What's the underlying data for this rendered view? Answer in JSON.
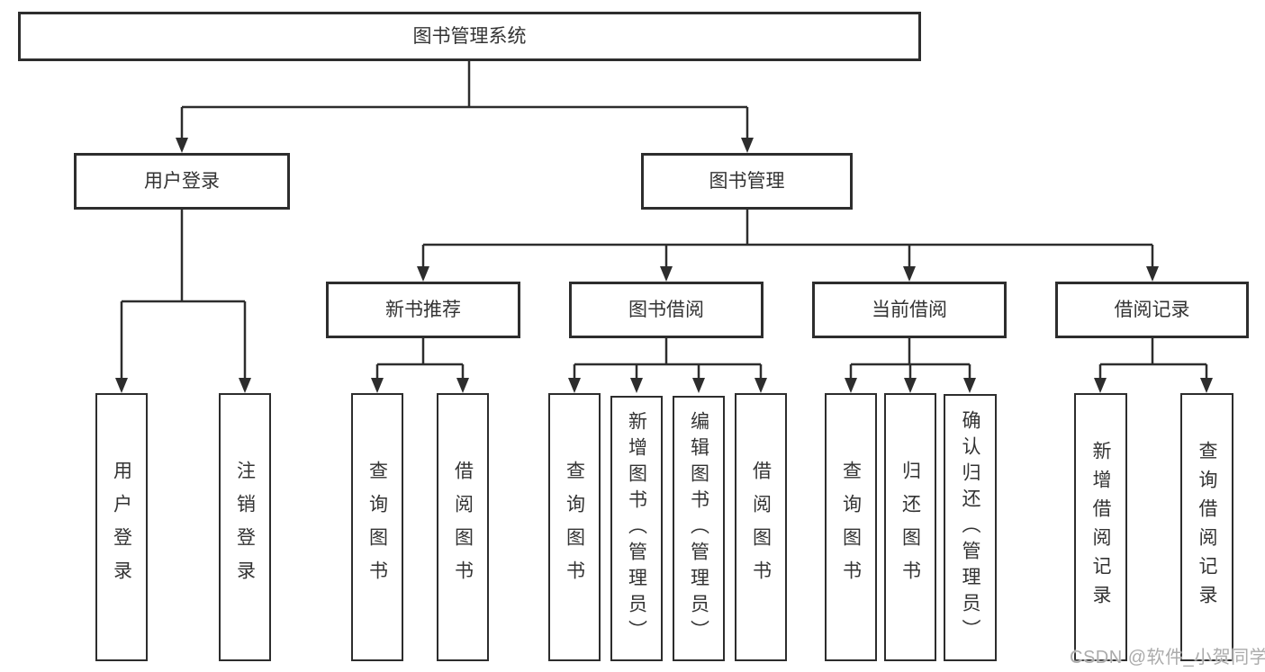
{
  "colors": {
    "line": "#2d2d2d",
    "box_border": "#2d2d2d",
    "text": "#333333",
    "background": "#ffffff",
    "watermark": "#ababab"
  },
  "nodes": {
    "root": {
      "label": "图书管理系统"
    },
    "user_login": {
      "label": "用户登录"
    },
    "book_mgmt": {
      "label": "图书管理"
    },
    "new_book_rec": {
      "label": "新书推荐"
    },
    "book_borrow": {
      "label": "图书借阅"
    },
    "current_borrow": {
      "label": "当前借阅"
    },
    "borrow_records": {
      "label": "借阅记录"
    },
    "leaf_user_login": {
      "label": "用户登录"
    },
    "leaf_logout": {
      "label": "注销登录"
    },
    "leaf_query_books_rec": {
      "label": "查询图书"
    },
    "leaf_borrow_books_rec": {
      "label": "借阅图书"
    },
    "leaf_query_books_borrow": {
      "label": "查询图书"
    },
    "leaf_add_books_admin": {
      "label": "新增图书（管理员）"
    },
    "leaf_edit_books_admin": {
      "label": "编辑图书（管理员）"
    },
    "leaf_borrow_books_borrow": {
      "label": "借阅图书"
    },
    "leaf_query_books_current": {
      "label": "查询图书"
    },
    "leaf_return_books": {
      "label": "归还图书"
    },
    "leaf_confirm_return_admin": {
      "label": "确认归还（管理员）"
    },
    "leaf_add_borrow_record": {
      "label": "新增借阅记录"
    },
    "leaf_query_borrow_record": {
      "label": "查询借阅记录"
    }
  },
  "watermark": {
    "text": "CSDN @软件_小贺同学"
  }
}
